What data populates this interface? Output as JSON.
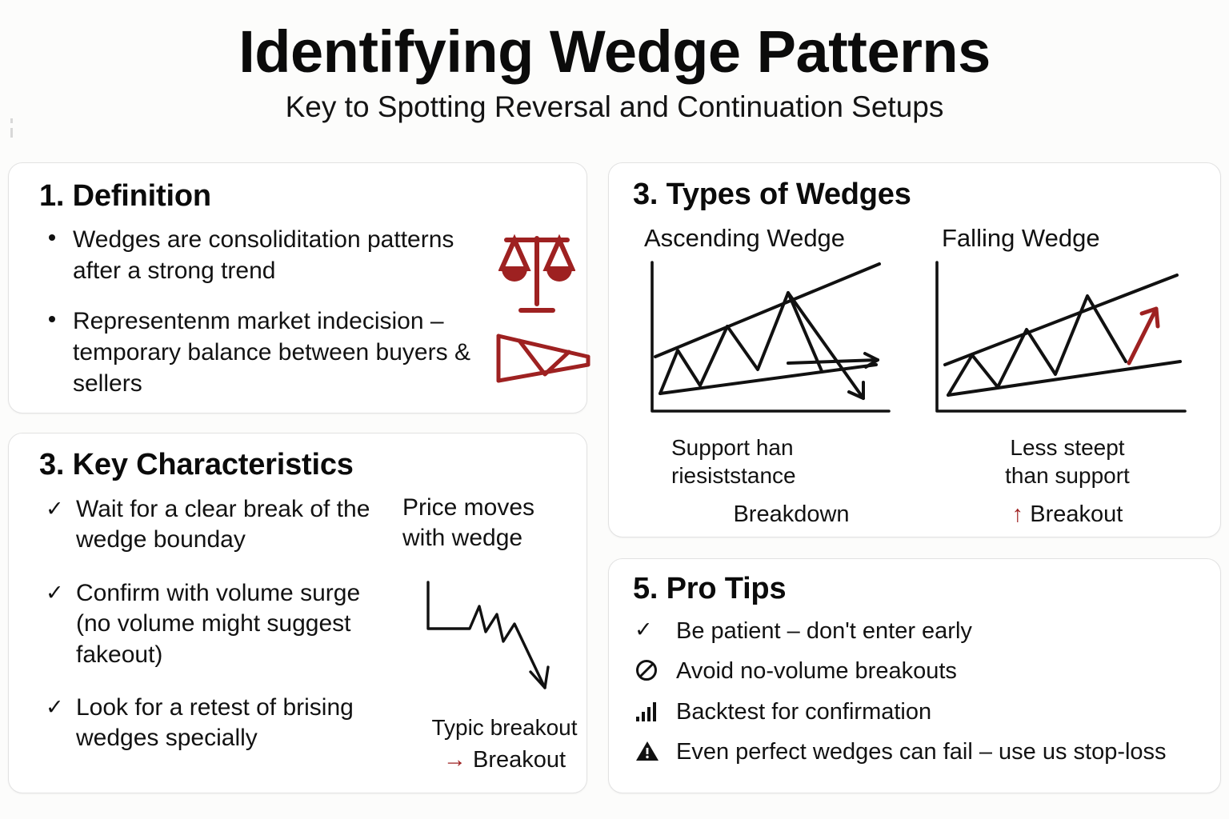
{
  "header": {
    "title": "Identifying Wedge Patterns",
    "subtitle": "Key to Spotting Reversal and Continuation Setups"
  },
  "theme": {
    "background": "#fcfcfb",
    "card_background": "#ffffff",
    "card_border": "#e2e2e2",
    "text": "#111111",
    "accent_red": "#9e2121"
  },
  "cards": {
    "definition": {
      "title": "1. Definition",
      "bullets": [
        "Wedges are consoliditation patterns after a strong trend",
        "Representenm market indecision – temporary balance between buyers & sellers"
      ],
      "icons": [
        "balance-scale-icon",
        "wedge-truss-icon"
      ]
    },
    "characteristics": {
      "title": "3. Key Characteristics",
      "checks": [
        "Wait for a clear break of the wedge bounday",
        "Confirm with volume surge (no volume might suggest fakeout)",
        "Look for a retest of brising wedges specially"
      ],
      "side": {
        "note": "Price moves with wedge",
        "chart_caption": "Typic  breakout",
        "breakout_arrow": "→",
        "breakout_label": "Breakout"
      }
    },
    "types": {
      "title": "3. Types of Wedges",
      "panels": [
        {
          "heading": "Ascending Wedge",
          "caption": "Support han\nriesiststance",
          "tag_arrow": "",
          "tag": "Breakdown"
        },
        {
          "heading": "Falling Wedge",
          "caption": "Less steept\nthan support",
          "tag_arrow": "↑",
          "tag": "Breakout"
        }
      ]
    },
    "protips": {
      "title": "5. Pro Tips",
      "tips": [
        {
          "icon": "check-icon",
          "text": "Be patient – don't enter early"
        },
        {
          "icon": "prohibition-icon",
          "text": "Avoid no-volume breakouts"
        },
        {
          "icon": "bar-chart-icon",
          "text": "Backtest for confirmation"
        },
        {
          "icon": "warning-triangle-icon",
          "text": "Even perfect wedges can fail – use us stop-loss"
        }
      ]
    }
  },
  "chart_data": [
    {
      "type": "line",
      "name": "ascending-wedge-diagram",
      "title": "Ascending Wedge",
      "xlabel": "",
      "ylabel": "",
      "grid": false,
      "legend": "none",
      "annotations": [
        "Support han riesiststance",
        "Breakdown"
      ],
      "series": [
        {
          "name": "resistance-line",
          "x": [
            5,
            100
          ],
          "y": [
            57,
            97
          ],
          "style": "upper-trendline"
        },
        {
          "name": "support-line",
          "x": [
            8,
            100
          ],
          "y": [
            15,
            52
          ],
          "style": "lower-trendline"
        },
        {
          "name": "price-zigzag",
          "x": [
            8,
            18,
            30,
            44,
            58,
            72,
            90
          ],
          "y": [
            15,
            50,
            23,
            72,
            33,
            93,
            10
          ],
          "style": "price-action"
        },
        {
          "name": "continuation-arrow",
          "x": [
            72,
            100
          ],
          "y": [
            50,
            52
          ],
          "style": "arrow-right"
        },
        {
          "name": "breakdown-arrow",
          "x": [
            72,
            95
          ],
          "y": [
            93,
            4
          ],
          "style": "arrow-down"
        }
      ]
    },
    {
      "type": "line",
      "name": "falling-wedge-diagram",
      "title": "Falling Wedge",
      "xlabel": "",
      "ylabel": "",
      "grid": false,
      "legend": "none",
      "annotations": [
        "Less steept than support",
        "Breakout"
      ],
      "series": [
        {
          "name": "resistance-line",
          "x": [
            3,
            100
          ],
          "y": [
            50,
            93
          ],
          "style": "upper-trendline"
        },
        {
          "name": "support-line",
          "x": [
            8,
            100
          ],
          "y": [
            13,
            53
          ],
          "style": "lower-trendline"
        },
        {
          "name": "price-zigzag",
          "x": [
            8,
            20,
            32,
            45,
            58,
            72,
            88
          ],
          "y": [
            13,
            53,
            26,
            68,
            35,
            87,
            50
          ],
          "style": "price-action"
        },
        {
          "name": "breakout-arrow",
          "x": [
            88,
            96
          ],
          "y": [
            50,
            90
          ],
          "style": "arrow-up",
          "color": "#9e2121"
        }
      ]
    },
    {
      "type": "line",
      "name": "typical-breakdown-sparkline",
      "title": "Typic  breakout",
      "xlabel": "",
      "ylabel": "",
      "grid": false,
      "legend": "none",
      "annotations": [
        "Breakout"
      ],
      "series": [
        {
          "name": "price-path",
          "x": [
            4,
            4,
            32,
            40,
            48,
            56,
            64,
            72,
            80,
            100
          ],
          "y": [
            96,
            62,
            62,
            80,
            50,
            62,
            34,
            46,
            18,
            2
          ],
          "style": "line-with-down-arrow"
        }
      ]
    }
  ]
}
